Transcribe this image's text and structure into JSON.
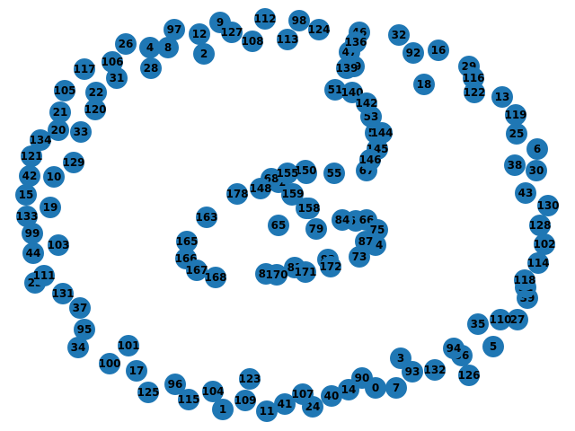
{
  "graph": {
    "node_color": "#1f77b4",
    "label_color": "#000000",
    "background": "#ffffff",
    "edges": [],
    "nodes": [
      {
        "id": "0"
      },
      {
        "id": "1"
      },
      {
        "id": "2"
      },
      {
        "id": "3"
      },
      {
        "id": "4"
      },
      {
        "id": "5"
      },
      {
        "id": "6"
      },
      {
        "id": "7"
      },
      {
        "id": "8"
      },
      {
        "id": "9"
      },
      {
        "id": "10"
      },
      {
        "id": "11"
      },
      {
        "id": "12"
      },
      {
        "id": "13"
      },
      {
        "id": "14"
      },
      {
        "id": "15"
      },
      {
        "id": "16"
      },
      {
        "id": "17"
      },
      {
        "id": "18"
      },
      {
        "id": "19"
      },
      {
        "id": "20"
      },
      {
        "id": "21"
      },
      {
        "id": "22"
      },
      {
        "id": "23"
      },
      {
        "id": "24"
      },
      {
        "id": "25"
      },
      {
        "id": "26"
      },
      {
        "id": "27"
      },
      {
        "id": "28"
      },
      {
        "id": "29"
      },
      {
        "id": "30"
      },
      {
        "id": "31"
      },
      {
        "id": "32"
      },
      {
        "id": "33"
      },
      {
        "id": "34"
      },
      {
        "id": "35"
      },
      {
        "id": "36"
      },
      {
        "id": "37"
      },
      {
        "id": "38"
      },
      {
        "id": "39"
      },
      {
        "id": "40"
      },
      {
        "id": "41"
      },
      {
        "id": "42"
      },
      {
        "id": "43"
      },
      {
        "id": "44"
      },
      {
        "id": "46"
      },
      {
        "id": "47"
      },
      {
        "id": "49"
      },
      {
        "id": "51"
      },
      {
        "id": "53"
      },
      {
        "id": "54"
      },
      {
        "id": "55"
      },
      {
        "id": "58"
      },
      {
        "id": "59"
      },
      {
        "id": "60"
      },
      {
        "id": "62"
      },
      {
        "id": "64"
      },
      {
        "id": "65"
      },
      {
        "id": "66"
      },
      {
        "id": "67"
      },
      {
        "id": "68"
      },
      {
        "id": "73"
      },
      {
        "id": "74"
      },
      {
        "id": "75"
      },
      {
        "id": "79"
      },
      {
        "id": "80"
      },
      {
        "id": "81"
      },
      {
        "id": "82"
      },
      {
        "id": "84"
      },
      {
        "id": "87"
      },
      {
        "id": "90"
      },
      {
        "id": "91"
      },
      {
        "id": "92"
      },
      {
        "id": "93"
      },
      {
        "id": "94"
      },
      {
        "id": "95"
      },
      {
        "id": "96"
      },
      {
        "id": "97"
      },
      {
        "id": "98"
      },
      {
        "id": "99"
      },
      {
        "id": "100"
      },
      {
        "id": "101"
      },
      {
        "id": "102"
      },
      {
        "id": "103"
      },
      {
        "id": "104"
      },
      {
        "id": "105"
      },
      {
        "id": "106"
      },
      {
        "id": "107"
      },
      {
        "id": "108"
      },
      {
        "id": "109"
      },
      {
        "id": "110"
      },
      {
        "id": "111"
      },
      {
        "id": "112"
      },
      {
        "id": "113"
      },
      {
        "id": "114"
      },
      {
        "id": "115"
      },
      {
        "id": "116"
      },
      {
        "id": "117"
      },
      {
        "id": "118"
      },
      {
        "id": "119"
      },
      {
        "id": "120"
      },
      {
        "id": "121"
      },
      {
        "id": "122"
      },
      {
        "id": "123"
      },
      {
        "id": "124"
      },
      {
        "id": "125"
      },
      {
        "id": "126"
      },
      {
        "id": "127"
      },
      {
        "id": "128"
      },
      {
        "id": "129"
      },
      {
        "id": "130"
      },
      {
        "id": "131"
      },
      {
        "id": "132"
      },
      {
        "id": "133"
      },
      {
        "id": "134"
      },
      {
        "id": "136"
      },
      {
        "id": "139"
      },
      {
        "id": "140"
      },
      {
        "id": "142"
      },
      {
        "id": "144"
      },
      {
        "id": "145"
      },
      {
        "id": "146"
      },
      {
        "id": "148"
      },
      {
        "id": "150"
      },
      {
        "id": "155"
      },
      {
        "id": "158"
      },
      {
        "id": "159"
      },
      {
        "id": "163"
      },
      {
        "id": "165"
      },
      {
        "id": "166"
      },
      {
        "id": "167"
      },
      {
        "id": "168"
      },
      {
        "id": "170"
      },
      {
        "id": "171"
      },
      {
        "id": "172"
      },
      {
        "id": "178"
      }
    ]
  }
}
